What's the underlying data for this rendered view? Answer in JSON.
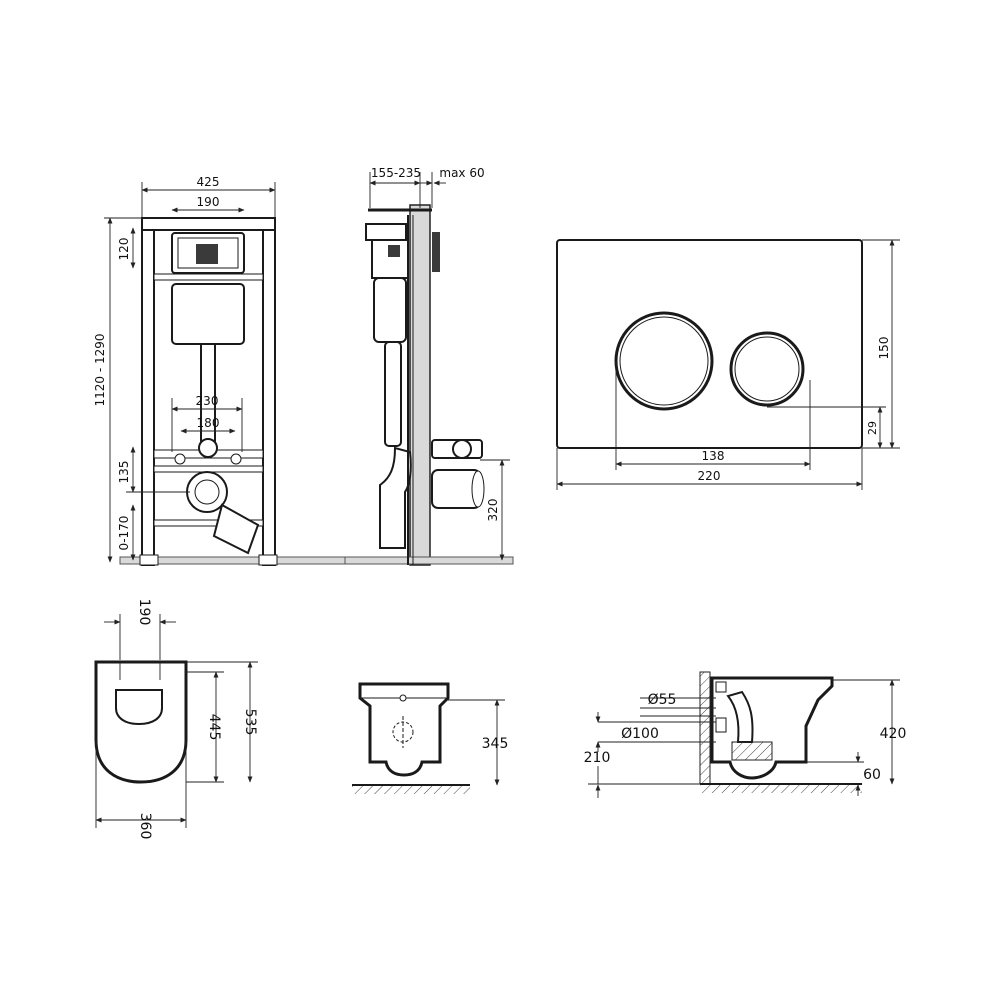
{
  "frame_front": {
    "width": "425",
    "bracket_width": "190",
    "bracket_height": "120",
    "total_height": "1120 - 1290",
    "studs_outer": "230",
    "studs_inner": "180",
    "outlet_height": "135",
    "leg_adjust": "0-170"
  },
  "frame_side": {
    "depth": "155-235",
    "max": "max 60",
    "outlet_height": "320"
  },
  "flush_plate": {
    "height": "150",
    "button_offset": "29",
    "button_span": "138",
    "width": "220"
  },
  "bowl_top": {
    "fix_spacing": "190",
    "inner_length": "445",
    "length": "535",
    "width": "360"
  },
  "bowl_front": {
    "height": "345"
  },
  "bowl_side": {
    "inlet": "Ø55",
    "outlet": "Ø100",
    "outlet_height": "210",
    "height": "420",
    "bottom": "60"
  }
}
